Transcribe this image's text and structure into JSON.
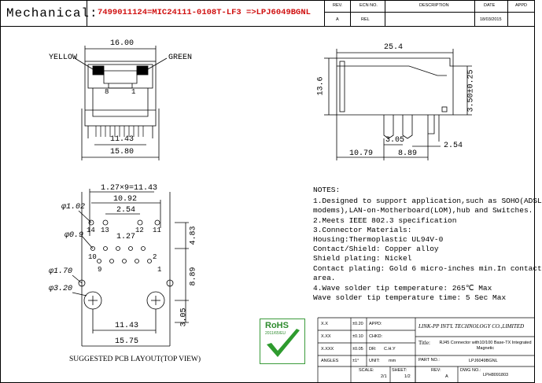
{
  "header": {
    "label": "Mechanical:",
    "part_line": "7499011124=MIC24111-0108T-LF3 =>LPJ6049BGNL",
    "rev_table": {
      "headers": [
        "REV.",
        "ECN NO.",
        "DESCRIPTION",
        "DATE",
        "APPD"
      ],
      "row": [
        "A",
        "REL",
        "",
        "18/03/2015",
        ""
      ]
    }
  },
  "front_view": {
    "led_left": "YELLOW",
    "led_right": "GREEN",
    "pin_left": "8",
    "pin_right": "1",
    "dim_top": "16.00",
    "dim_inner": "11.43",
    "dim_bottom": "15.80"
  },
  "side_view": {
    "dim_length": "25.4",
    "dim_height": "13.6",
    "dim_pin_height": "3.50±0.25",
    "dim_a": "3.05",
    "dim_b": "2.54",
    "dim_c": "10.79",
    "dim_d": "8.89"
  },
  "pcb": {
    "dim_pitch": "1.27×9=11.43",
    "dim_row": "10.92",
    "dim_led_pitch": "2.54",
    "dim_led_hole": "φ1.02",
    "dim_pin_hole": "φ0.9",
    "dim_half_pitch": "1.27",
    "dim_shield_hole": "φ1.70",
    "dim_mount_hole": "φ3.20",
    "dim_vertical_a": "4.83",
    "dim_vertical_b": "8.89",
    "dim_vertical_c": "3.05",
    "dim_mount_span": "11.43",
    "dim_total": "15.75",
    "labels": [
      "14",
      "13",
      "12",
      "11",
      "10",
      "9",
      "2",
      "1"
    ],
    "caption": "SUGGESTED PCB LAYOUT(TOP VIEW)"
  },
  "notes": {
    "title": "NOTES:",
    "lines": [
      "1.Designed to support application,such as SOHO(ADSL",
      "  modems),LAN-on-Motherboard(LOM),hub and Switches.",
      "2.Meets IEEE 802.3 specification",
      "3.Connector Materials:",
      "  Housing:Thermoplastic UL94V-0",
      "  Contact/Shield: Copper alloy",
      "  Shield plating: Nickel",
      "  Contact plating: Gold 6 micro-inches min.In contact",
      "                   area.",
      "4.Wave solder tip temperature: 265℃ Max",
      "  Wave solder tip temperature time: 5 Sec Max"
    ]
  },
  "rohs": {
    "label": "RoHS",
    "sub": "2011/65/EU"
  },
  "title_block": {
    "tol_rows": [
      {
        "k": "X.X",
        "v": "±0.20"
      },
      {
        "k": "X.XX",
        "v": "±0.10"
      },
      {
        "k": "X.XXX",
        "v": "±0.05"
      },
      {
        "k": "ANGLES",
        "v": "±1°"
      }
    ],
    "appd": "APPD:",
    "chkd": "CHKD:",
    "dr": "DR:",
    "dr_val": "C.H.Y",
    "unit": "UNIT:",
    "unit_val": "mm",
    "scale": "SCALE:",
    "scale_val": "2/1",
    "sheet": "SHEET:",
    "sheet_val": "1/2",
    "rev": "REV:",
    "rev_val": "A",
    "company": "LINK-PP INT'L TECHNOLOGY CO.,LIMITED",
    "title_label": "Title:",
    "title_text": "RJ45 Connector with10/100 Base-TX Integrated Magnetic",
    "part_no_label": "PART NO.:",
    "part_no": "LPJ6049BGNL",
    "dwg_no_label": "DWG NO.:",
    "dwg_no": "LPH8091803"
  }
}
